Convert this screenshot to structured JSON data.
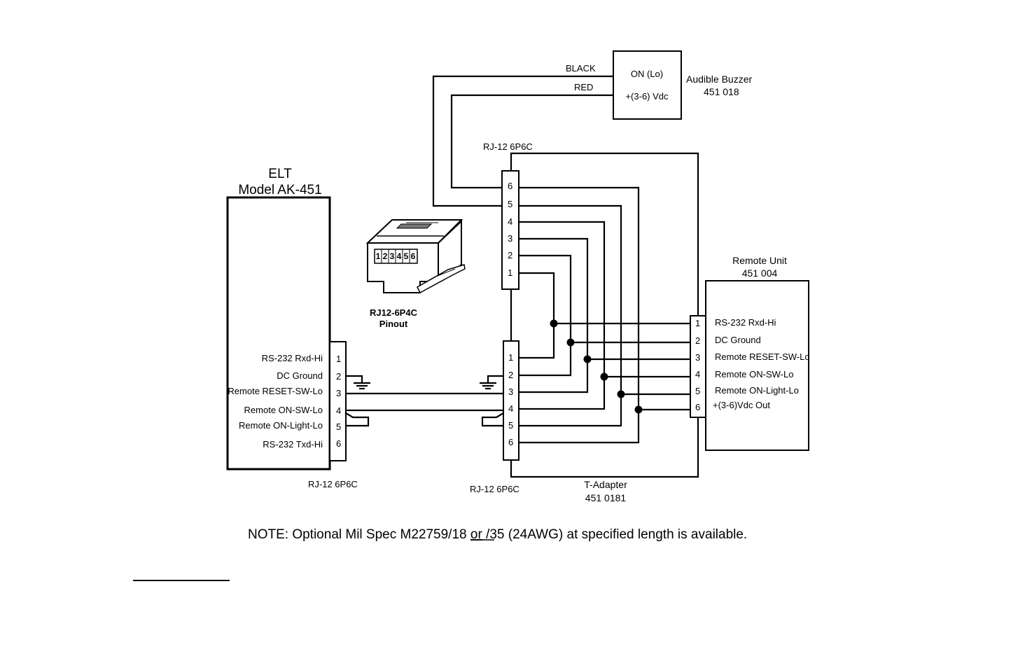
{
  "buzzer": {
    "terminal_top": "ON (Lo)",
    "terminal_bottom": "+(3-6) Vdc",
    "name": "Audible Buzzer",
    "part_number": "451 018",
    "wire_black": "BLACK",
    "wire_red": "RED"
  },
  "elt": {
    "title": "ELT",
    "model": "Model AK-451",
    "pins": [
      "RS-232 Rxd-Hi",
      "DC Ground",
      "Remote RESET-SW-Lo",
      "Remote ON-SW-Lo",
      "Remote ON-Light-Lo",
      "RS-232 Txd-Hi"
    ],
    "connector_label": "RJ-12 6P6C"
  },
  "t_adapter": {
    "top_connector_label": "RJ-12 6P6C",
    "bottom_connector_label": "RJ-12 6P6C",
    "name": "T-Adapter",
    "part_number": "451 0181"
  },
  "pinout": {
    "pins": [
      "1",
      "2",
      "3",
      "4",
      "5",
      "6"
    ],
    "title": "RJ12-6P4C",
    "subtitle": "Pinout"
  },
  "remote_unit": {
    "name": "Remote Unit",
    "part_number": "451 004",
    "pins": [
      "RS-232 Rxd-Hi",
      "DC Ground",
      "Remote RESET-SW-Lo",
      "Remote ON-SW-Lo",
      "Remote ON-Light-Lo",
      "+(3-6)Vdc Out"
    ]
  },
  "pin_numbers_top": [
    "6",
    "5",
    "4",
    "3",
    "2",
    "1"
  ],
  "pin_numbers": [
    "1",
    "2",
    "3",
    "4",
    "5",
    "6"
  ],
  "note": {
    "prefix": "NOTE: Optional Mil Spec M22759/18 ",
    "underlined": "or",
    "suffix": " /35 (24AWG) at specified length is available."
  }
}
